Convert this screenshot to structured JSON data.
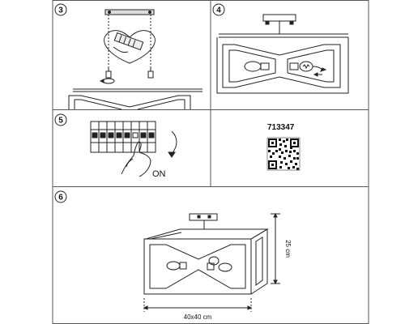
{
  "steps": [
    {
      "number": "3"
    },
    {
      "number": "4"
    },
    {
      "number": "5",
      "switch_label": "ON"
    },
    {
      "number": "6",
      "width_label": "40x40 cm",
      "height_label": "25 cm"
    }
  ],
  "product_code": "713347",
  "icons": [
    "rotation-arrow-icon",
    "hand-icon",
    "qr-code-icon",
    "light-bulb-icon"
  ]
}
